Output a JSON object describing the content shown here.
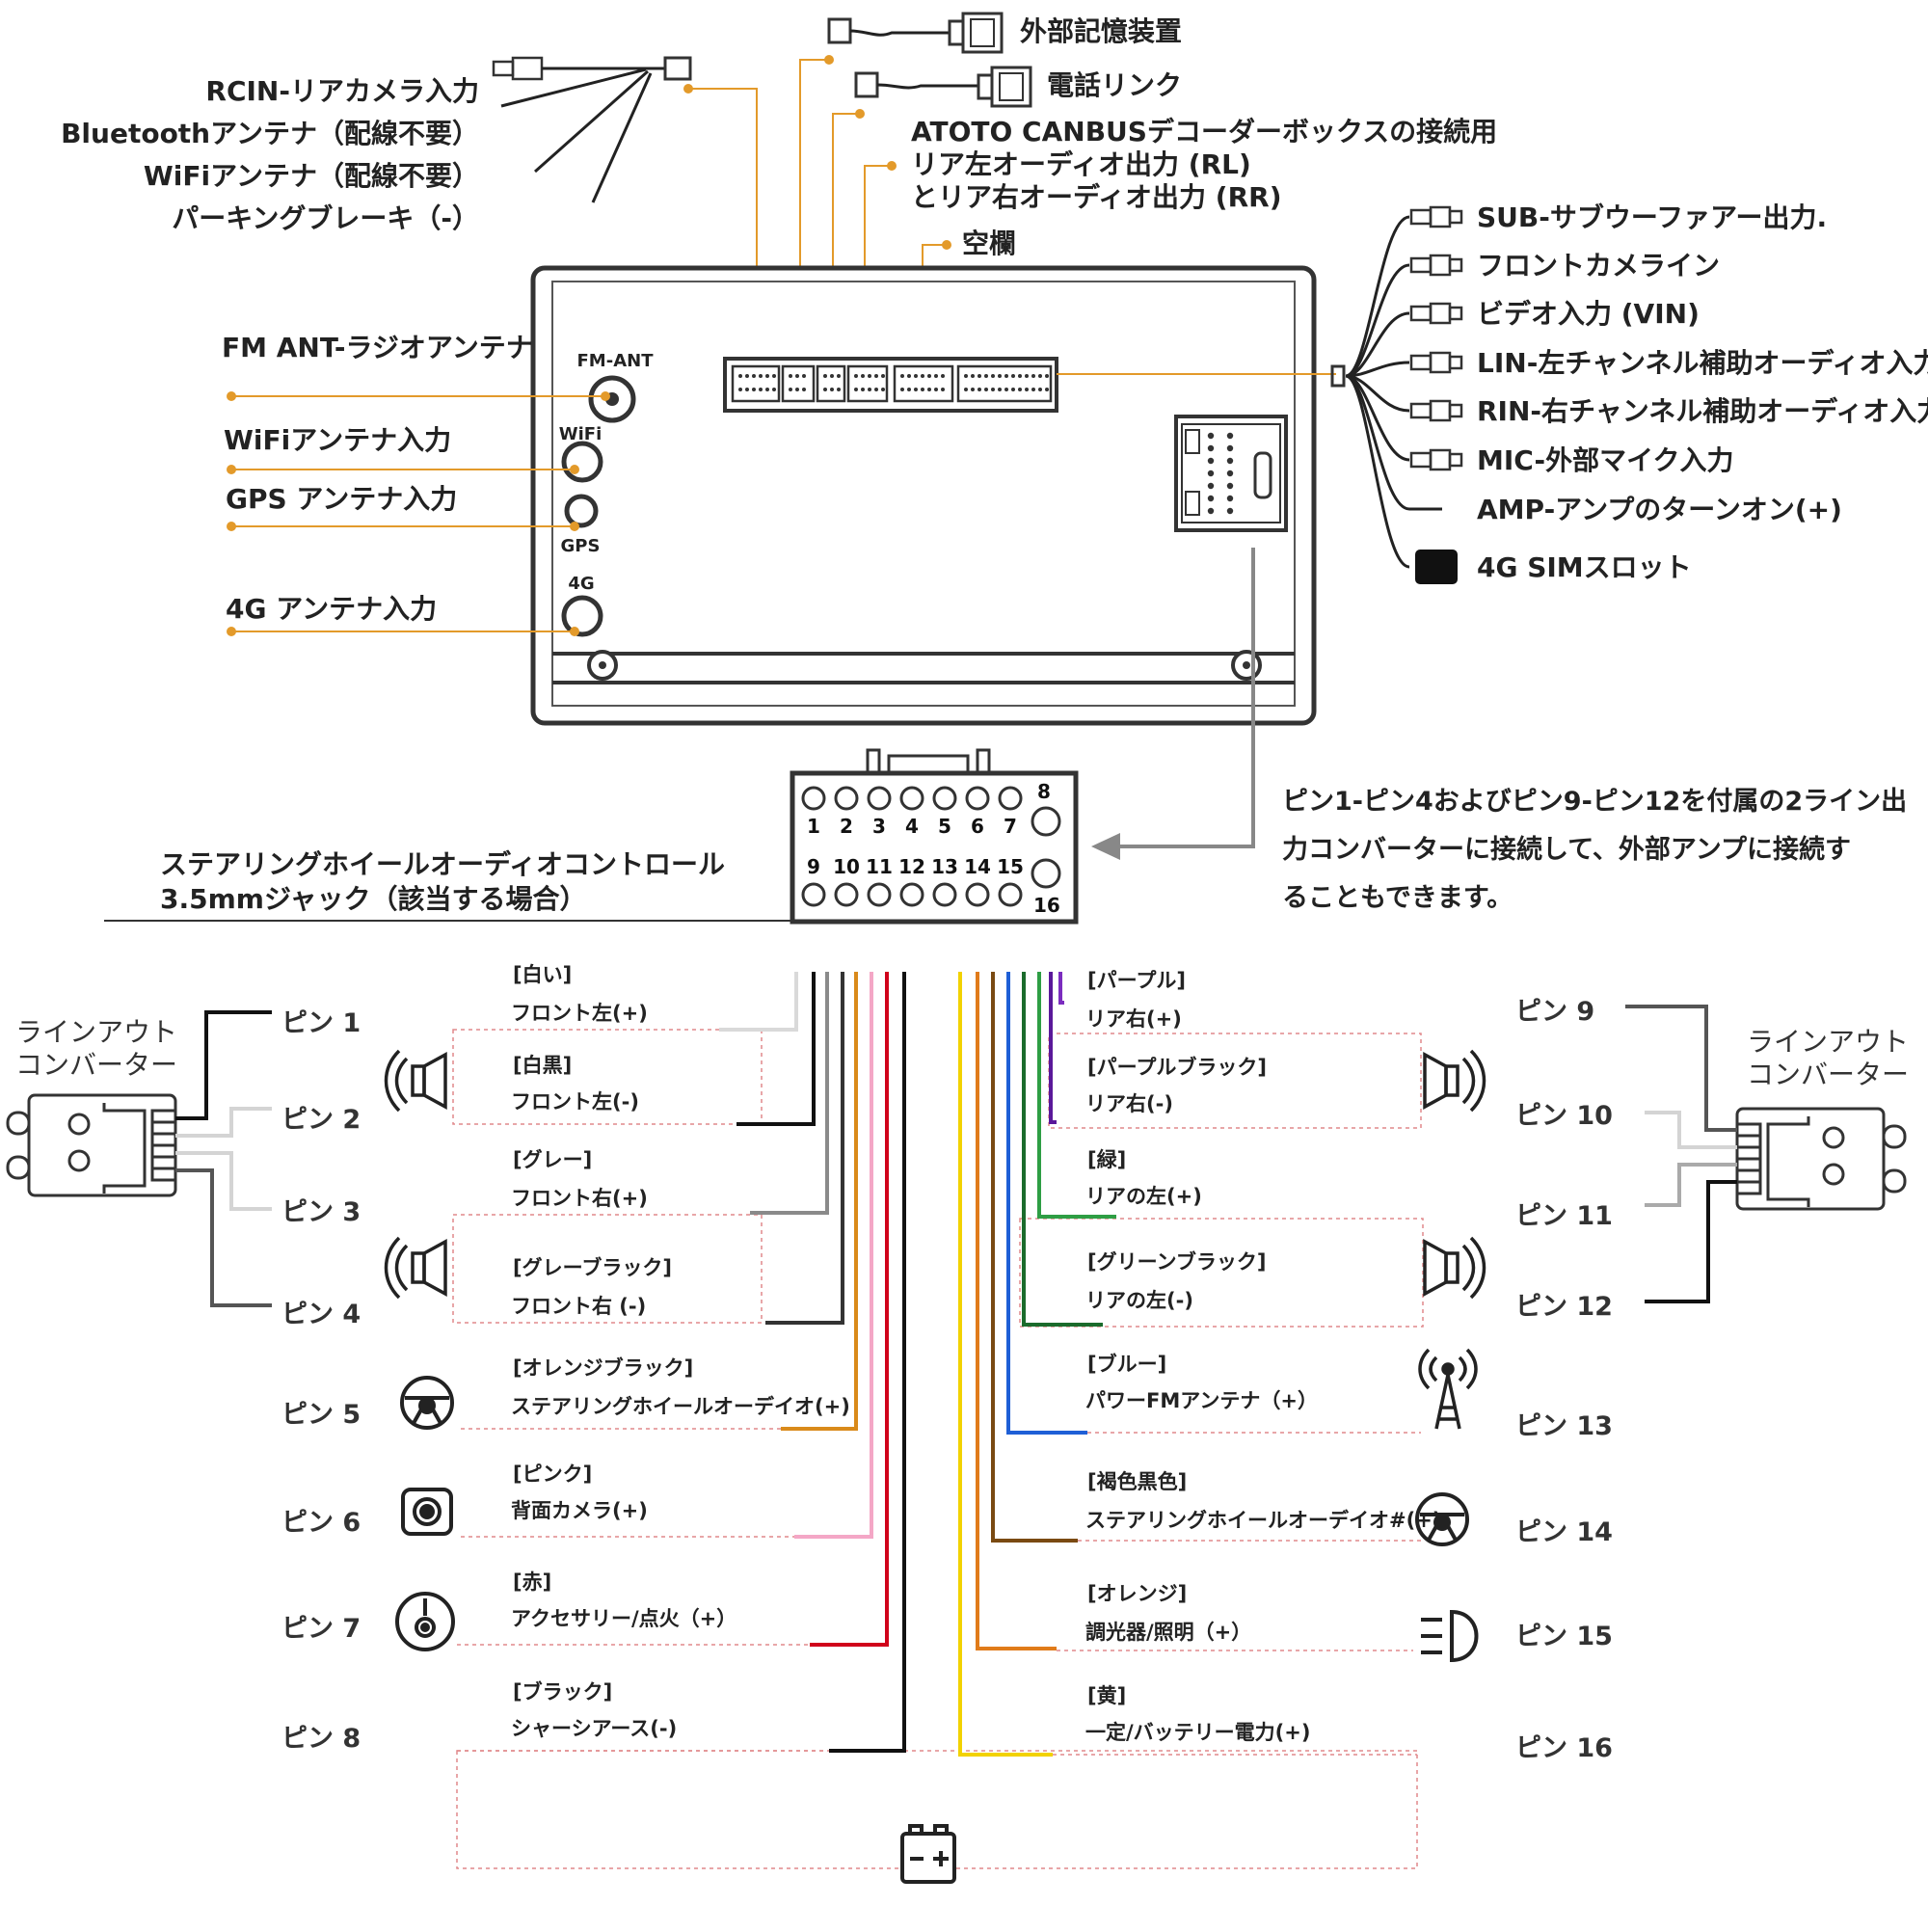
{
  "top_connectors": {
    "external_storage": "外部記憶装置",
    "phone_link": "電話リンク"
  },
  "harness_left": [
    "RCIN-リアカメラ入力",
    "Bluetoothアンテナ（配線不要）",
    "WiFiアンテナ（配線不要）",
    "パーキングブレーキ（-）"
  ],
  "top_labels": [
    "ATOTO CANBUSデコーダーボックスの接続用",
    "リア左オーディオ出力 (RL)",
    "とリア右オーディオ出力 (RR)",
    "空欄"
  ],
  "right_harness": [
    "SUB-サブウーファアー出力.",
    "フロントカメライン",
    "ビデオ入力 (VIN)",
    "LIN-左チャンネル補助オーディオ入力",
    "RIN-右チャンネル補助オーディオ入力",
    "MIC-外部マイク入力",
    "AMP-アンプのターンオン(+)",
    "4G SIMスロット"
  ],
  "antennas": [
    "FM ANT-ラジオアンテナ",
    "WiFiアンテナ入力",
    "GPS アンテナ入力",
    "4G アンテナ入力"
  ],
  "unit_ports": {
    "fm": "FM-ANT",
    "wifi": "WiFi",
    "gps": "GPS",
    "fourg": "4G"
  },
  "steering_jack": [
    "ステアリングホイールオーディオコントロール",
    "3.5mmジャック（該当する場合）"
  ],
  "connector_numbers": {
    "top": [
      "1",
      "2",
      "3",
      "4",
      "5",
      "6",
      "7",
      "8"
    ],
    "bottom": [
      "9",
      "10",
      "11",
      "12",
      "13",
      "14",
      "15",
      "16"
    ]
  },
  "note": [
    "ピン1-ピン4およびピン9-ピン12を付属の2ライン出",
    "力コンバーターに接続して、外部アンプに接続す",
    "ることもできます。"
  ],
  "converter_label": [
    "ラインアウト",
    "コンバーター"
  ],
  "left_pins": [
    {
      "pin": "ピン 1",
      "color": "[白い]",
      "func": "フロント左(+)",
      "wire": "#d9d9d9"
    },
    {
      "pin": "ピン 2",
      "color": "[白黒]",
      "func": "フロント左(-)",
      "wire": "#111111"
    },
    {
      "pin": "ピン 3",
      "color": "[グレー]",
      "func": "フロント右(+)",
      "wire": "#8a8a8a"
    },
    {
      "pin": "ピン 4",
      "color": "[グレーブラック]",
      "func": "フロント右 (-)",
      "wire": "#333333"
    },
    {
      "pin": "ピン 5",
      "color": "[オレンジブラック]",
      "func": "ステアリングホイールオーデイオ(+)",
      "wire": "#d98a1a"
    },
    {
      "pin": "ピン 6",
      "color": "[ピンク]",
      "func": "背面カメラ(+)",
      "wire": "#f4a7c6"
    },
    {
      "pin": "ピン 7",
      "color": "[赤]",
      "func": "アクセサリー/点火（+）",
      "wire": "#d0021b"
    },
    {
      "pin": "ピン 8",
      "color": "[ブラック]",
      "func": "シャーシアース(-)",
      "wire": "#111111"
    }
  ],
  "right_pins": [
    {
      "pin": "ピン 9",
      "color": "[パープル]",
      "func": "リア右(+)",
      "wire": "#7b2cbf"
    },
    {
      "pin": "ピン 10",
      "color": "[パープルブラック]",
      "func": "リア右(-)",
      "wire": "#5a189a"
    },
    {
      "pin": "ピン 11",
      "color": "[緑]",
      "func": "リアの左(+)",
      "wire": "#2e9e44"
    },
    {
      "pin": "ピン 12",
      "color": "[グリーンブラック]",
      "func": "リアの左(-)",
      "wire": "#1b6b2c"
    },
    {
      "pin": "ピン 13",
      "color": "[ブルー]",
      "func": "パワーFMアンテナ（+）",
      "wire": "#1f5fd6"
    },
    {
      "pin": "ピン 14",
      "color": "[褐色黒色]",
      "func": "ステアリングホイールオーデイオ#(+)",
      "wire": "#7a4a12"
    },
    {
      "pin": "ピン 15",
      "color": "[オレンジ]",
      "func": "調光器/照明（+）",
      "wire": "#e07b1a"
    },
    {
      "pin": "ピン 16",
      "color": "[黄]",
      "func": "一定/バッテリー電力(+)",
      "wire": "#f2d200"
    }
  ],
  "colors": {
    "leader": "#e39a2a",
    "dashed": "#e0898b",
    "frame": "#333333"
  }
}
